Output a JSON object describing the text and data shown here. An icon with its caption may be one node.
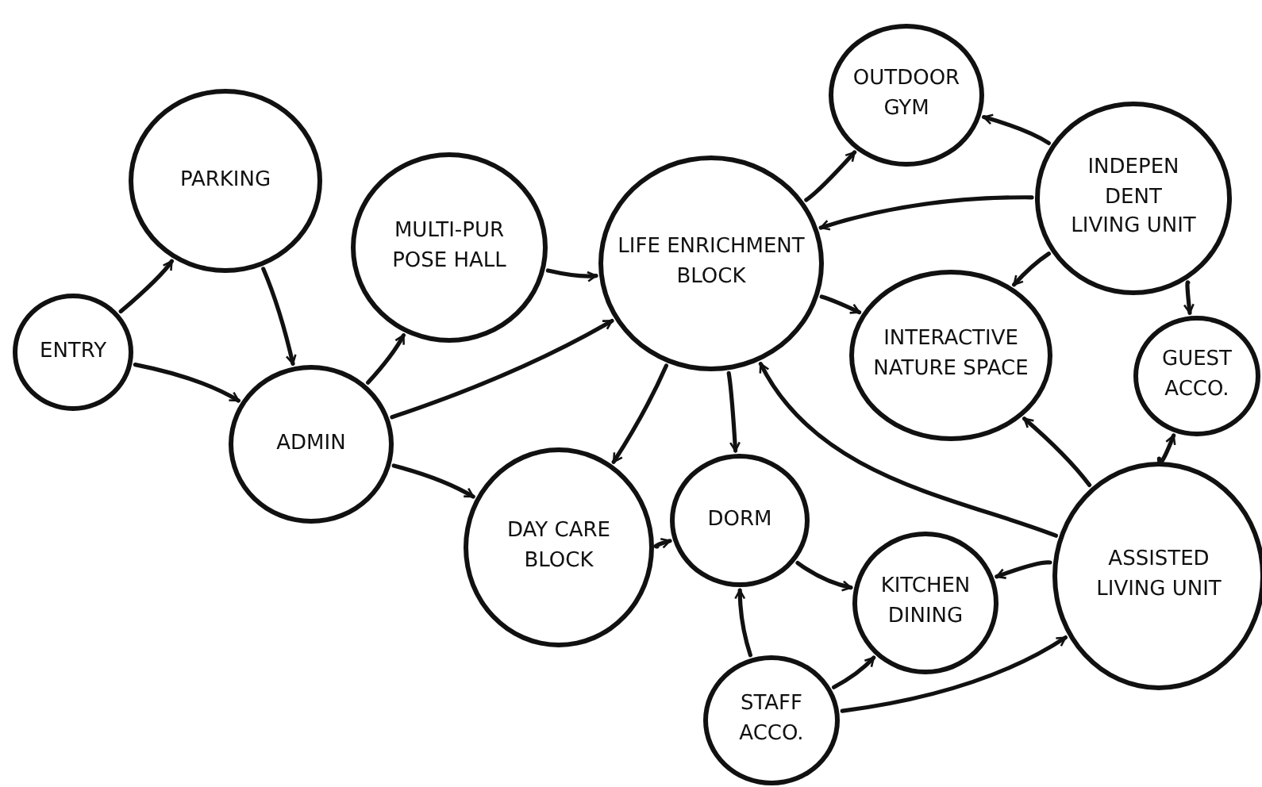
{
  "diagram": {
    "nodes": [
      {
        "text": [
          "ENTRY"
        ]
      },
      {
        "text": [
          "PARKING"
        ]
      },
      {
        "text": [
          "ADMIN"
        ]
      },
      {
        "text": [
          "MULTI-PUR POSE HALL"
        ]
      },
      {
        "text": [
          "LIFE ENRICHMENT BLOCK"
        ]
      },
      {
        "text": [
          "OUTDOOR GYM"
        ]
      },
      {
        "text": [
          "INDEPEN DENT LIVING UNIT"
        ]
      },
      {
        "text": [
          "INTERACTIVE NATURE SPACE"
        ]
      },
      {
        "text": [
          "GUEST ACCO."
        ]
      },
      {
        "text": [
          "DAY CARE BLOCK"
        ]
      },
      {
        "text": [
          "DORM"
        ]
      },
      {
        "text": [
          "KITCHEN DINING"
        ]
      },
      {
        "text": [
          "ASSISTED LIVING UNIT"
        ]
      },
      {
        "text": [
          "STAFF ACCO."
        ]
      }
    ],
    "edges": [
      {
        "from": 0,
        "to": 1,
        "arrow": "to"
      },
      {
        "from": 0,
        "to": 2,
        "arrow": "to"
      },
      {
        "from": 1,
        "to": 2,
        "arrow": "to"
      },
      {
        "from": 2,
        "to": 3,
        "arrow": "to"
      },
      {
        "from": 2,
        "to": 4,
        "arrow": "to"
      },
      {
        "from": 2,
        "to": 9,
        "arrow": "to"
      },
      {
        "from": 3,
        "to": 4,
        "arrow": "to"
      },
      {
        "from": 4,
        "to": 5,
        "arrow": "to"
      },
      {
        "from": 4,
        "to": 7,
        "arrow": "to"
      },
      {
        "from": 4,
        "to": 9,
        "arrow": "to"
      },
      {
        "from": 4,
        "to": 10,
        "arrow": "to"
      },
      {
        "from": 6,
        "to": 5,
        "arrow": "to"
      },
      {
        "from": 6,
        "to": 4,
        "arrow": "to"
      },
      {
        "from": 6,
        "to": 7,
        "arrow": "to"
      },
      {
        "from": 6,
        "to": 8,
        "arrow": "to"
      },
      {
        "from": 9,
        "to": 10,
        "arrow": "to"
      },
      {
        "from": 10,
        "to": 11,
        "arrow": "to"
      },
      {
        "from": 12,
        "to": 4,
        "arrow": "to"
      },
      {
        "from": 12,
        "to": 7,
        "arrow": "to"
      },
      {
        "from": 12,
        "to": 8,
        "arrow": "to"
      },
      {
        "from": 12,
        "to": 11,
        "arrow": "to"
      },
      {
        "from": 13,
        "to": 10,
        "arrow": "to"
      },
      {
        "from": 13,
        "to": 11,
        "arrow": "to"
      },
      {
        "from": 13,
        "to": 12,
        "arrow": "to"
      }
    ]
  }
}
